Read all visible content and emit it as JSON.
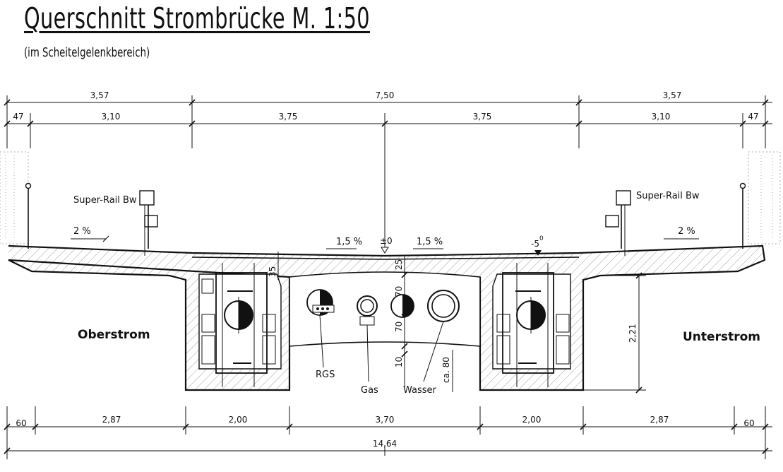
{
  "title": "Querschnitt Strombrücke  M. 1:50",
  "subtitle": "(im Scheitelgelenkbereich)",
  "dimensions": {
    "top_row1": [
      "3,57",
      "7,50",
      "3,57"
    ],
    "top_row2": [
      "47",
      "3,10",
      "3,75",
      "3,75",
      "3,10",
      "47"
    ],
    "bottom_row": [
      "60",
      "2,87",
      "2,00",
      "3,70",
      "2,00",
      "2,87",
      "60"
    ],
    "bottom_total": "14,64",
    "height_right": "2,21",
    "deck_thickness": "35",
    "slab_25": "25",
    "v70a": "70",
    "v70b": "70",
    "v10": "10",
    "ca80": "ca. 80"
  },
  "labels": {
    "rail_left": "Super-Rail Bw",
    "rail_right": "Super-Rail Bw",
    "slope_left": "2 %",
    "slope_right": "2 %",
    "slope_mid_left": "1,5 %",
    "slope_mid_right": "1,5 %",
    "level_zero": "±0",
    "level_minus5": "-5",
    "level_minus5_sup": "0",
    "side_left": "Oberstrom",
    "side_right": "Unterstrom",
    "pipe_rgs": "RGS",
    "pipe_gas": "Gas",
    "pipe_wasser": "Wasser"
  }
}
